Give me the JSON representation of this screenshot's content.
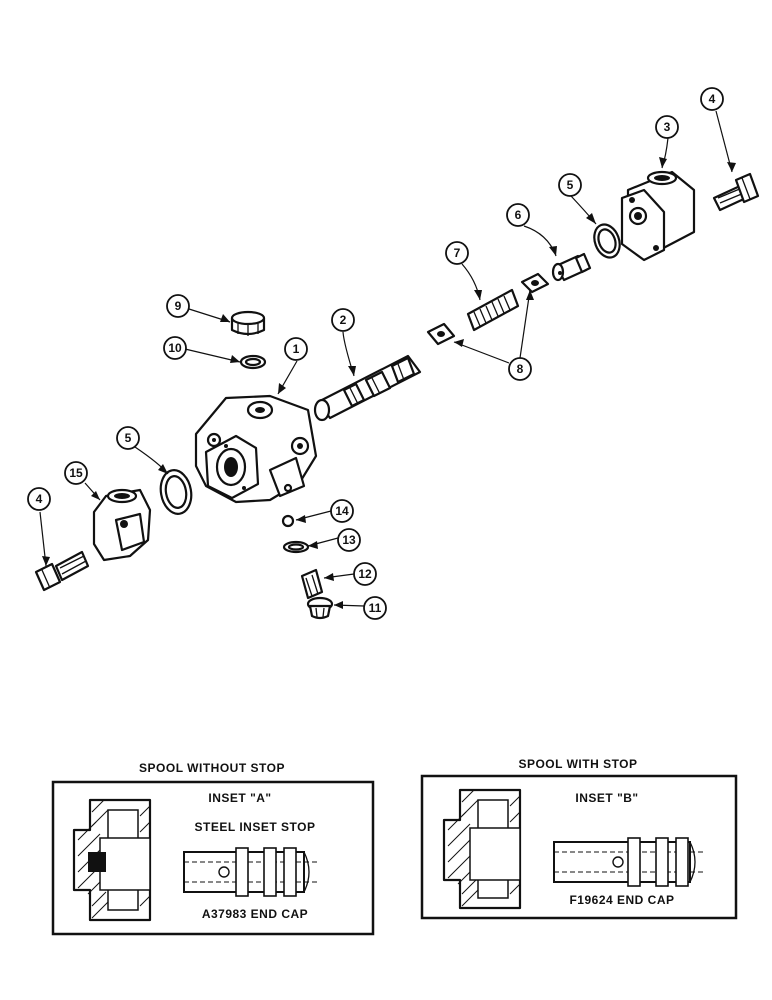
{
  "callouts": {
    "c1": "1",
    "c2": "2",
    "c3": "3",
    "c4a": "4",
    "c4b": "4",
    "c5a": "5",
    "c5b": "5",
    "c6": "6",
    "c7": "7",
    "c8": "8",
    "c9": "9",
    "c10": "10",
    "c11": "11",
    "c12": "12",
    "c13": "13",
    "c14": "14",
    "c15": "15"
  },
  "inset_a": {
    "heading": "SPOOL  WITHOUT  STOP",
    "label": "INSET \"A\"",
    "note": "STEEL  INSET  STOP",
    "part": "A37983 END CAP"
  },
  "inset_b": {
    "heading": "SPOOL WITH STOP",
    "label": "INSET \"B\"",
    "part": "F19624 END CAP"
  }
}
